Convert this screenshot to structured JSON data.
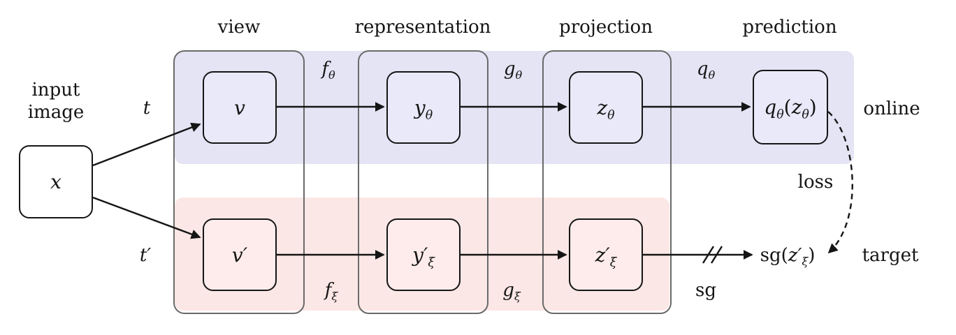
{
  "headers": {
    "view": "view",
    "representation": "representation",
    "projection": "projection",
    "prediction": "prediction"
  },
  "captions": {
    "input_line1": "input",
    "input_line2": "image",
    "online": "online",
    "target": "target",
    "loss": "loss"
  },
  "sym": {
    "x": "x",
    "t": "t",
    "t_prime": "t′",
    "v": "v",
    "v_prime": "v′",
    "y": "y",
    "y_prime": "y′",
    "z": "z",
    "z_prime": "z′",
    "q": "q",
    "f": "f",
    "g": "g",
    "theta": "θ",
    "xi": "ξ",
    "sg": "sg",
    "open": "(",
    "close": ")"
  },
  "colors": {
    "online_band": "#e4e4f5",
    "target_band": "#fbe7e5",
    "online_node_fill": "#e9e9fa",
    "target_node_fill": "#fdeceb",
    "container_border": "#6a6a6a",
    "ink": "#151515"
  }
}
